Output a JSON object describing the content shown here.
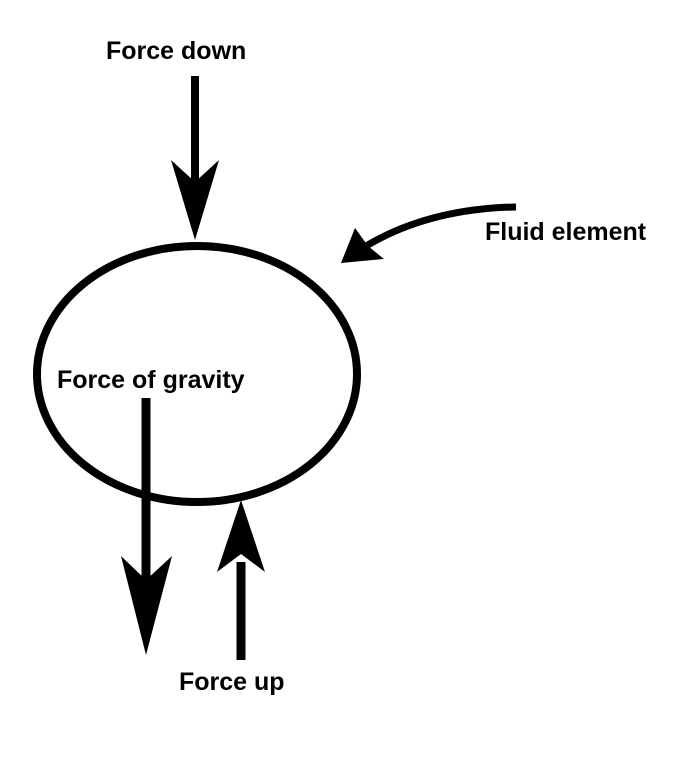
{
  "labels": {
    "force_down": "Force down",
    "fluid_element": "Fluid element",
    "force_of_gravity": "Force of gravity",
    "force_up": "Force up"
  },
  "colors": {
    "stroke": "#000000",
    "background": "#ffffff"
  }
}
